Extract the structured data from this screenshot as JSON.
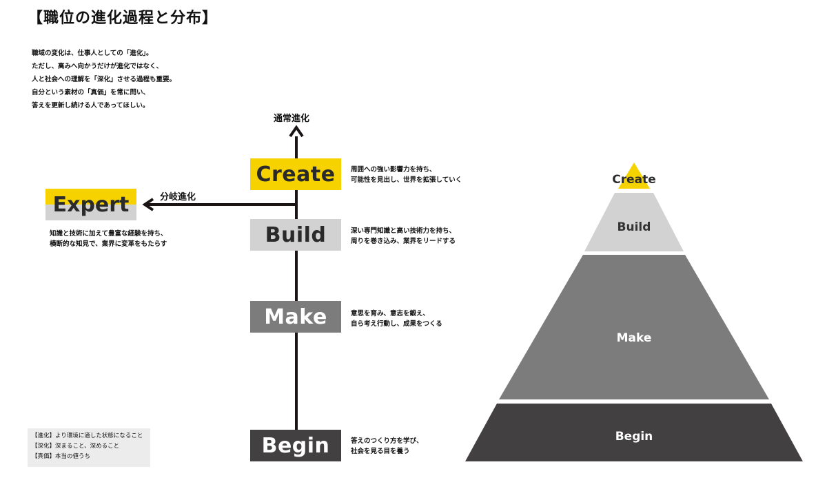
{
  "title": "【職位の進化過程と分布】",
  "intro": [
    "職域の変化は、仕事人としての「進化」。",
    "ただし、高みへ向かうだけが進化ではなく、",
    "人と社会への理解を「深化」させる過程も重要。",
    "自分という素材の「真価」を常に問い、",
    "答えを更新し続ける人であってほしい。"
  ],
  "axis": {
    "vertical_label": "通常進化",
    "branch_label": "分岐進化"
  },
  "stages": [
    {
      "key": "create",
      "label": "Create",
      "desc": [
        "周囲への強い影響力を持ち、",
        "可能性を見出し、世界を拡張していく"
      ]
    },
    {
      "key": "build",
      "label": "Build",
      "desc": [
        "深い専門知識と高い技術力を持ち、",
        "周りを巻き込み、業界をリードする"
      ]
    },
    {
      "key": "make",
      "label": "Make",
      "desc": [
        "意思を育み、意志を鍛え、",
        "自ら考え行動し、成果をつくる"
      ]
    },
    {
      "key": "begin",
      "label": "Begin",
      "desc": [
        "答えのつくり方を学び、",
        "社会を見る目を養う"
      ]
    }
  ],
  "expert": {
    "label": "Expert",
    "desc": [
      "知識と技術に加えて豊富な経験を持ち、",
      "横断的な知見で、業界に変革をもたらす"
    ]
  },
  "legend": [
    "【進化】より環境に適した状態になること",
    "【深化】深まること、深めること",
    "【真価】本当の値うち"
  ],
  "pyramid": {
    "levels": [
      "Create",
      "Build",
      "Make",
      "Begin"
    ]
  },
  "colors": {
    "create": "#f5d200",
    "build": "#d2d2d2",
    "make": "#7c7c7c",
    "begin": "#424040",
    "line": "#1a1414"
  }
}
